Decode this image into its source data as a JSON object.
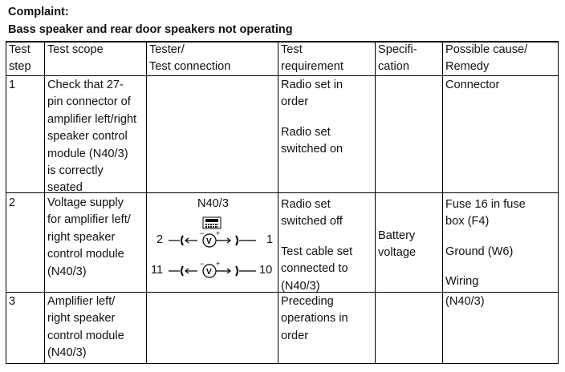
{
  "complaint": {
    "label": "Complaint:",
    "title": "Bass speaker and rear door speakers not operating"
  },
  "table": {
    "headers": {
      "step": [
        "Test",
        "step"
      ],
      "scope": [
        "Test scope"
      ],
      "tester": [
        "Tester/",
        "Test connection"
      ],
      "requirement": [
        "Test",
        "requirement"
      ],
      "spec": [
        "Specifi-",
        "cation"
      ],
      "cause": [
        "Possible cause/",
        "Remedy"
      ]
    },
    "rows": [
      {
        "step": "1",
        "scope": [
          "Check that 27-",
          "pin connector of",
          "amplifier left/right",
          "speaker control",
          "module (N40/3)",
          "is correctly",
          "seated"
        ],
        "req1": [
          "Radio set in",
          "order"
        ],
        "req2": [
          "Radio set",
          "switched on"
        ],
        "cause": [
          "Connector"
        ]
      },
      {
        "step": "2",
        "scope": [
          "Voltage supply",
          "for amplifier left/",
          "right speaker",
          "control module",
          "(N40/3)"
        ],
        "tester": {
          "module": "N40/3",
          "conn1_left": "2",
          "conn1_right": "1",
          "conn2_left": "11",
          "conn2_right": "10"
        },
        "req1": [
          "Radio set",
          "switched off"
        ],
        "req2": [
          "Test cable set",
          "connected to",
          "(N40/3)"
        ],
        "spec": [
          "Battery",
          "voltage"
        ],
        "cause": [
          "Fuse 16 in fuse",
          "box (F4)",
          "Ground (W6)",
          "Wiring"
        ]
      },
      {
        "step": "3",
        "scope": [
          "Amplifier left/",
          "right speaker",
          "control module",
          "(N40/3)"
        ],
        "req1": [
          "Preceding",
          "operations in",
          "order"
        ],
        "cause": [
          "(N40/3)"
        ]
      }
    ]
  }
}
